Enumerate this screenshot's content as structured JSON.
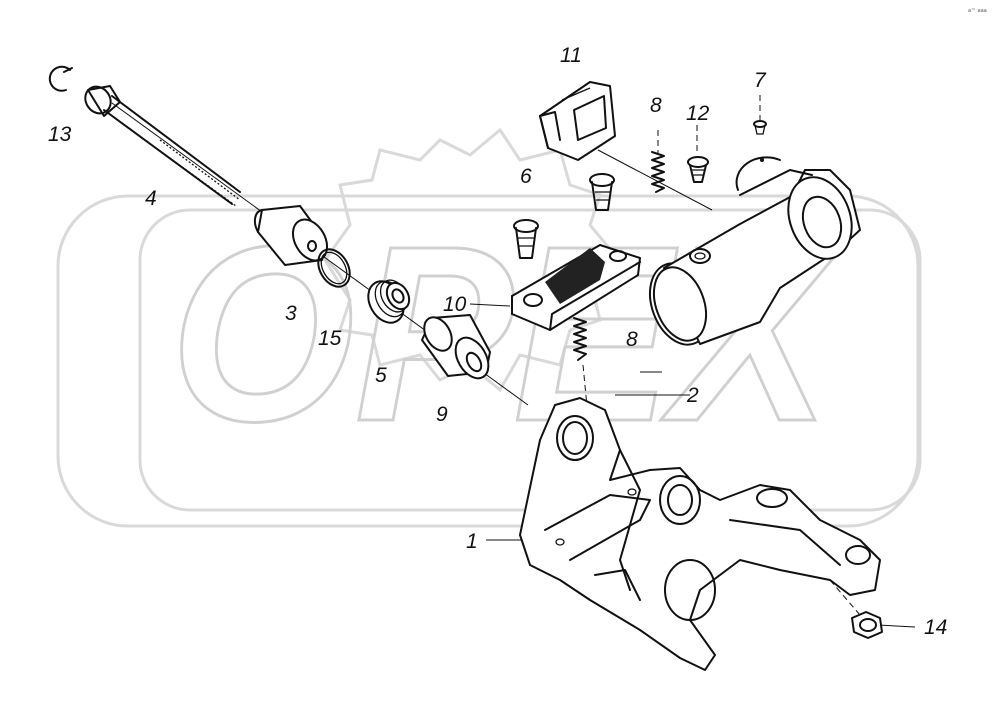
{
  "watermark": {
    "text": "OPEX"
  },
  "corner_mark": "a™ aaa",
  "callouts": [
    {
      "id": "13",
      "text": "13"
    },
    {
      "id": "4",
      "text": "4"
    },
    {
      "id": "3",
      "text": "3"
    },
    {
      "id": "15",
      "text": "15"
    },
    {
      "id": "5",
      "text": "5"
    },
    {
      "id": "10",
      "text": "10"
    },
    {
      "id": "9",
      "text": "9"
    },
    {
      "id": "11",
      "text": "11"
    },
    {
      "id": "6",
      "text": "6"
    },
    {
      "id": "8a",
      "text": "8"
    },
    {
      "id": "8b",
      "text": "8"
    },
    {
      "id": "12",
      "text": "12"
    },
    {
      "id": "7",
      "text": "7"
    },
    {
      "id": "2",
      "text": "2"
    },
    {
      "id": "1",
      "text": "1"
    },
    {
      "id": "14",
      "text": "14"
    }
  ]
}
